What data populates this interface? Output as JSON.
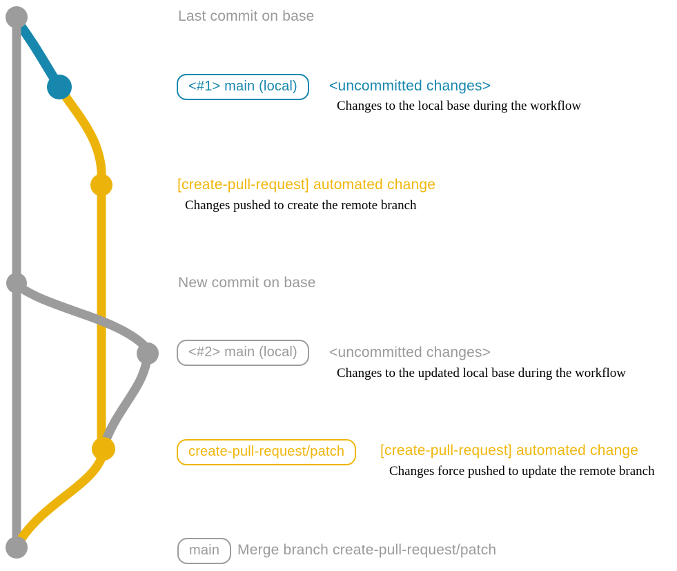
{
  "colors": {
    "gray_line": "#9c9c9c",
    "gray_text": "#9a9a9a",
    "blue": "#1787ad",
    "yellow": "#ecb40a",
    "yellow_text": "#f0b60b",
    "description_text": "#000000"
  },
  "rows": {
    "last_commit": {
      "caption": "Last commit on base"
    },
    "uncommitted_1": {
      "badge": "<#1> main (local)",
      "heading": "<uncommitted changes>",
      "description": "Changes to the local base during the workflow"
    },
    "automated_1": {
      "heading": "[create-pull-request] automated change",
      "description": "Changes pushed to create the remote branch"
    },
    "new_commit": {
      "caption": "New commit on base"
    },
    "uncommitted_2": {
      "badge": "<#2> main (local)",
      "heading": "<uncommitted changes>",
      "description": "Changes to the updated local base during the workflow"
    },
    "automated_2": {
      "badge": "create-pull-request/patch",
      "heading": "[create-pull-request] automated change",
      "description": "Changes force pushed to update the remote branch"
    },
    "merge": {
      "badge": "main",
      "caption": "Merge branch create-pull-request/patch"
    }
  },
  "graph": {
    "commits": [
      {
        "id": "base-commit-1",
        "branch": "main",
        "color": "gray"
      },
      {
        "id": "local-commit-1",
        "branch": "main-local",
        "color": "blue"
      },
      {
        "id": "automated-commit-1",
        "branch": "create-pull-request/patch",
        "color": "yellow"
      },
      {
        "id": "base-commit-2",
        "branch": "main",
        "color": "gray"
      },
      {
        "id": "local-commit-2",
        "branch": "main-local",
        "color": "gray"
      },
      {
        "id": "automated-commit-2",
        "branch": "create-pull-request/patch",
        "color": "yellow"
      },
      {
        "id": "merge-commit",
        "branch": "main",
        "color": "gray"
      }
    ]
  }
}
